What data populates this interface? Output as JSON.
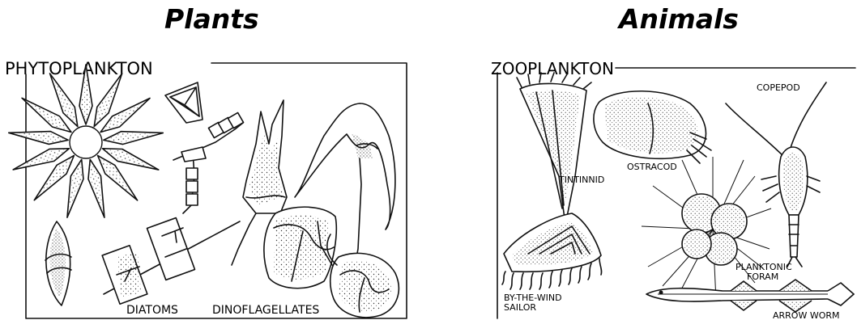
{
  "headings": {
    "plants": "Plants",
    "animals": "Animals"
  },
  "phytoplankton": {
    "title": "PHYTOPLANKTON",
    "labels": {
      "diatoms": "DIATOMS",
      "dinoflagellates": "DINOFLAGELLATES"
    }
  },
  "zooplankton": {
    "title": "ZOOPLANKTON",
    "labels": {
      "copepod": "COPEPOD",
      "ostracod": "OSTRACOD",
      "tintinnid": "TINTINNID",
      "planktonic_foram_1": "PLANKTONIC",
      "planktonic_foram_2": "FORAM",
      "by_the_wind_1": "BY-THE-WIND",
      "by_the_wind_2": "SAILOR",
      "arrow_worm": "ARROW WORM"
    }
  }
}
